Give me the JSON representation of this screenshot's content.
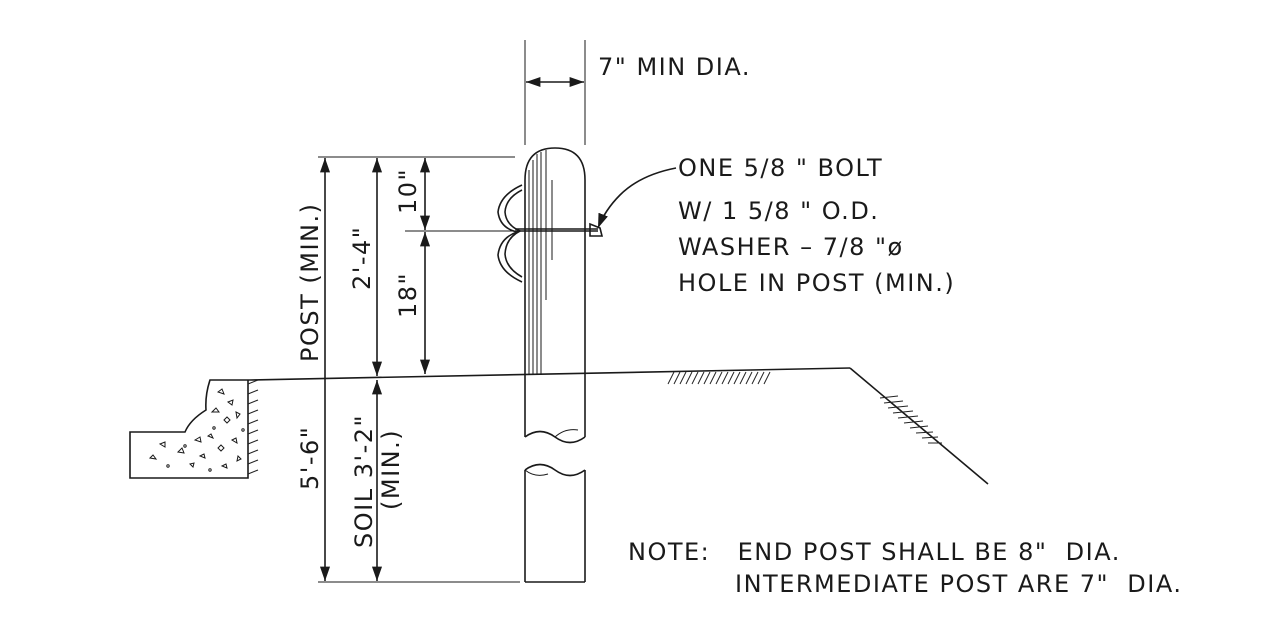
{
  "dimensions": {
    "post_diameter": "7\" MIN DIA.",
    "above_ground": "2'-4\"",
    "top_to_bolt": "10\"",
    "bolt_to_ground": "18\"",
    "post_min_label": "POST (MIN.)",
    "total_length": "5'-6\"",
    "soil_embed": "SOIL 3'-2\"",
    "soil_min": "(MIN.)"
  },
  "bolt_callout": [
    "ONE  5/8 \" BOLT",
    "W/ 1 5/8 \" O.D.",
    "WASHER –  7/8 \"ø",
    "HOLE IN POST (MIN.)"
  ],
  "note": {
    "line1": "NOTE:   END POST SHALL BE 8\"  DIA.",
    "line2": "INTERMEDIATE POST ARE 7\"  DIA."
  }
}
